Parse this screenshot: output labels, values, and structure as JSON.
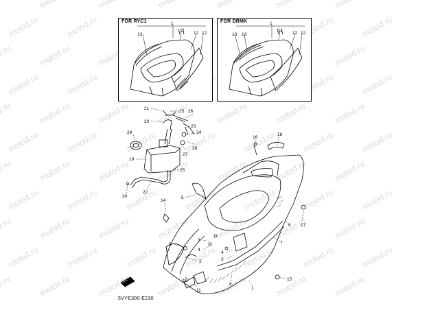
{
  "watermark": "motod.ru",
  "insets": [
    {
      "title": "FOR RYC1",
      "callouts": [
        "1",
        "13",
        "11",
        "12",
        "12"
      ]
    },
    {
      "title": "FOR DRMK",
      "callouts": [
        "1",
        "13",
        "13",
        "11",
        "12",
        "12"
      ]
    }
  ],
  "callouts": [
    "21",
    "25",
    "26",
    "20",
    "23",
    "24",
    "27",
    "28",
    "29",
    "19",
    "25",
    "22",
    "30",
    "18",
    "16",
    "5",
    "14",
    "9",
    "3",
    "4",
    "2",
    "10",
    "11",
    "8",
    "1",
    "15",
    "17",
    "6",
    "7",
    "4",
    "3"
  ],
  "figure_code": "5VYE300-E230",
  "colors": {
    "line": "#000000",
    "background": "#ffffff",
    "watermark": "#d9d9d9"
  }
}
